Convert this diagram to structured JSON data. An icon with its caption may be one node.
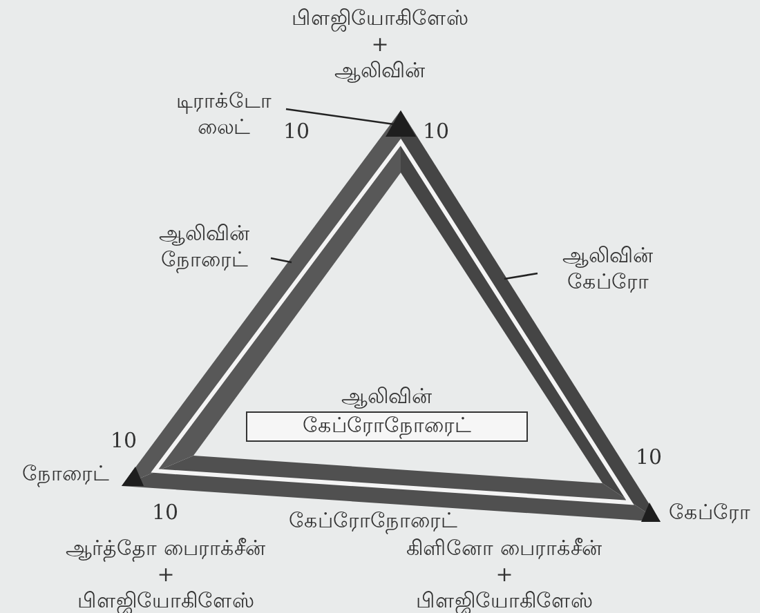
{
  "diagram": {
    "nodes": [
      {
        "text": [
          "டிராக்டோ லைட்"
        ]
      },
      {
        "text": [],
        "shape": "triangle"
      },
      {
        "text": [
          "ஆலிவின் நோரைட்"
        ]
      },
      {
        "text": [],
        "shape": "bar"
      },
      {
        "text": [
          "ஆலிவின் கேப்ரோ"
        ]
      },
      {
        "text": [],
        "shape": "bar"
      },
      {
        "text": [
          "ஆலிவின்",
          "கேப்ரோநோரைட்"
        ]
      }
    ],
    "edges": [
      {
        "from": 0,
        "to": 1,
        "arrow": "none"
      },
      {
        "from": 2,
        "to": 3,
        "arrow": "none"
      },
      {
        "from": 4,
        "to": 5,
        "arrow": "none"
      }
    ],
    "labels": [
      "பிளஜியோகிளேஸ் + ஆலிவின்",
      "10",
      "10",
      "10",
      "10",
      "நோரைட்",
      "10",
      "கேப்ரோநோரைட்",
      "கேப்ரோ",
      "ஆர்த்தோ பைராக்சீன் + பிளஜியோகிளேஸ்",
      "கிளினோ பைராக்சீன் + பிளஜியோகிளேஸ்"
    ]
  }
}
